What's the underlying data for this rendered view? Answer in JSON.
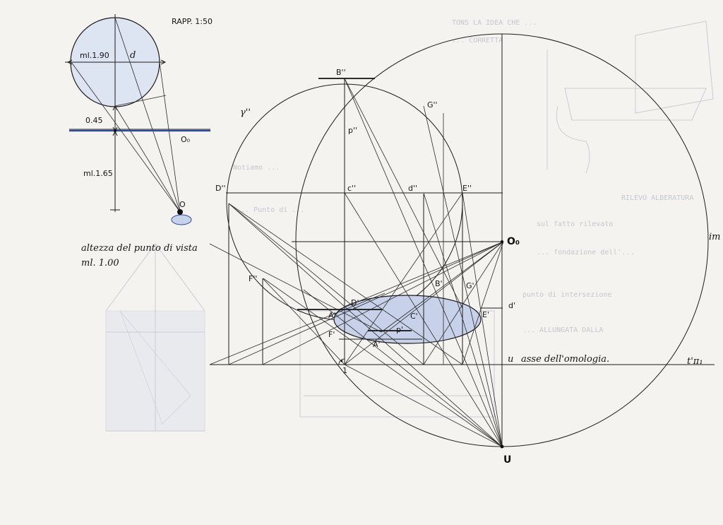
{
  "scale_label": "RAPP. 1:50",
  "diameter": {
    "left": "ml.1.90",
    "right": "d"
  },
  "dist_045": "0.45",
  "dist_165": "ml.1.65",
  "point_O0_small": "O₀",
  "point_O_small": "O",
  "viewpoint": {
    "line1": "altezza del punto di vista",
    "line2": "ml. 1.00"
  },
  "points_vertical": {
    "B": "B''",
    "G": "G''",
    "gamma": "γ''",
    "p": "p''",
    "D": "D''",
    "C": "c''",
    "d": "d''",
    "E": "E''",
    "F": "F''"
  },
  "points_horizontal": {
    "D": "D'",
    "B": "B'",
    "G": "G'",
    "A": "A''",
    "C": "C'",
    "E": "E'",
    "F": "F'",
    "p": "p'",
    "A2": "A'",
    "one": "1"
  },
  "right_labels": {
    "O0": "O₀",
    "im": "im",
    "d_prime": "d'",
    "u": "u",
    "axis": "asse dell'omologia.",
    "tpi": "t'π₁",
    "U": "U"
  },
  "colors": {
    "ink": "#1d1d1d",
    "fill_blue": "#c7d2ea",
    "line_blue": "#2c4b9a"
  }
}
